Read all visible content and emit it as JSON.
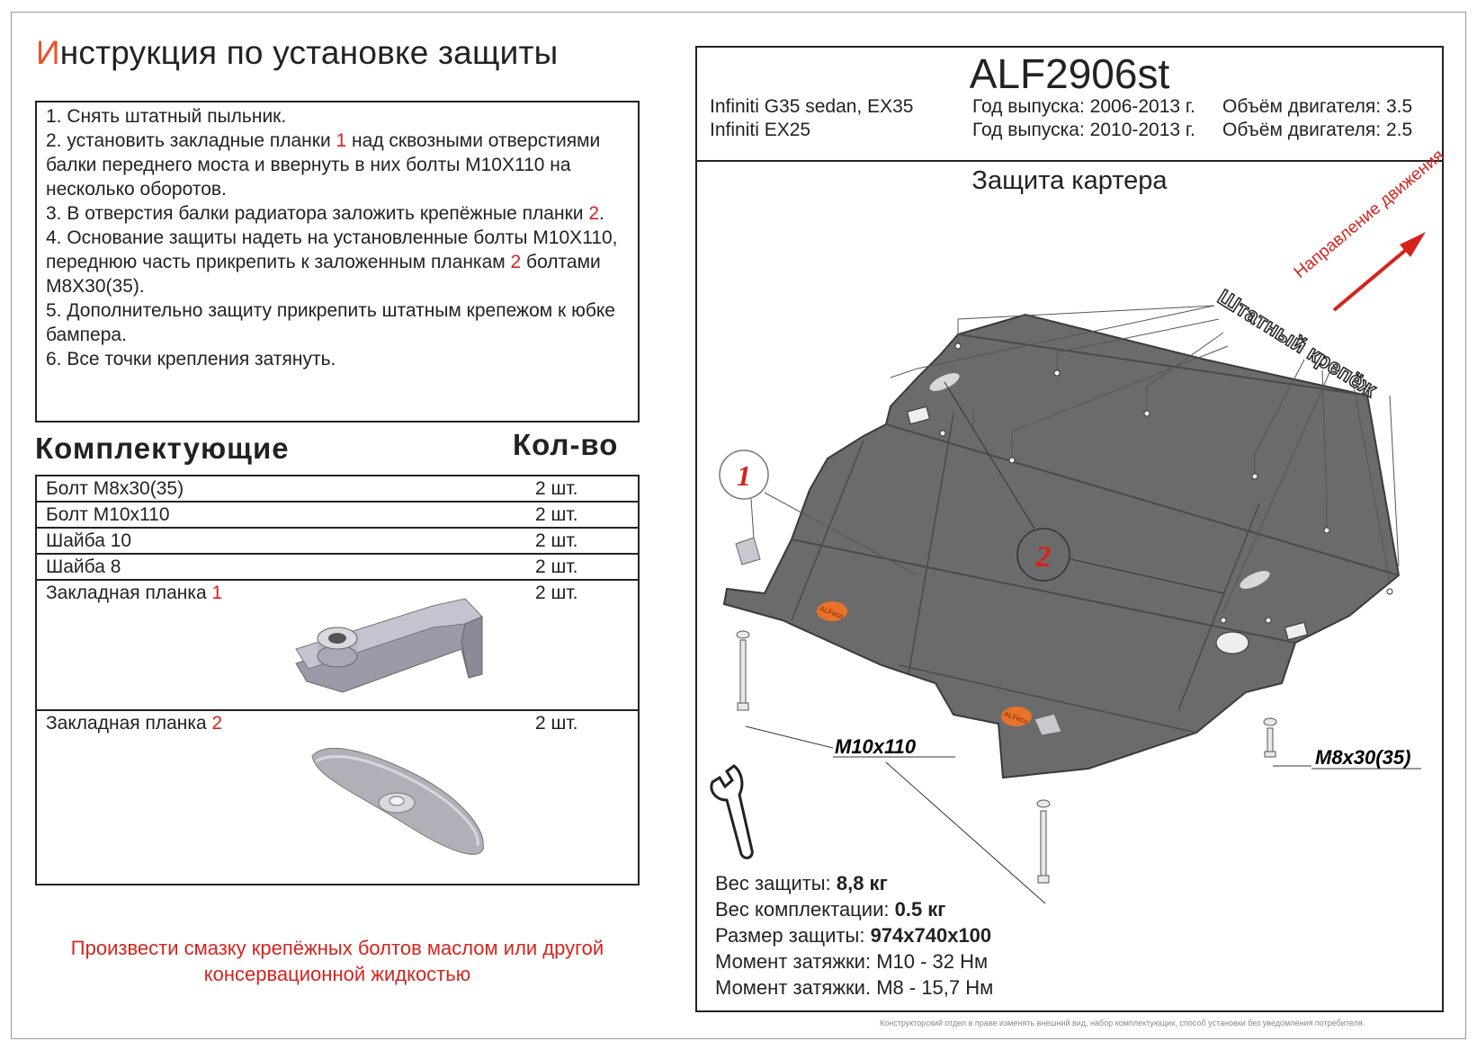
{
  "title": {
    "first_letter": "И",
    "rest": "нструкция по установке защиты"
  },
  "instructions": [
    {
      "text": "1. Снять штатный пыльник."
    },
    {
      "pre": "2. установить закладные планки ",
      "num": "1",
      "post": " над сквозными отверстиями балки переднего моста и ввернуть в них болты M10X110 на несколько оборотов."
    },
    {
      "pre": "3. В отверстия балки радиатора заложить крепёжные планки ",
      "num": "2",
      "post": "."
    },
    {
      "pre": "4. Основание защиты надеть на установленные болты M10X110, переднюю часть прикрепить к заложенным планкам ",
      "num": "2",
      "post": " болтами M8X30(35)."
    },
    {
      "text": "5. Дополнительно защиту прикрепить штатным крепежом к юбке бампера."
    },
    {
      "text": "6. Все точки крепления затянуть."
    }
  ],
  "components": {
    "heading": "Комплектующие",
    "qty_heading": "Кол-во",
    "rows": [
      {
        "name": "Болт М8х30(35)",
        "qty": "2 шт."
      },
      {
        "name": "Болт М10х110",
        "qty": "2 шт."
      },
      {
        "name": "Шайба 10",
        "qty": "2 шт."
      },
      {
        "name": "Шайба 8",
        "qty": "2 шт."
      },
      {
        "name": "Закладная планка ",
        "num": "1",
        "qty": "2 шт."
      },
      {
        "name": "Закладная планка ",
        "num": "2",
        "qty": "2 шт."
      }
    ]
  },
  "note": "Произвести смазку крепёжных болтов маслом или другой консервационной жидкостью",
  "product": {
    "code": "ALF2906st",
    "cars": [
      {
        "model": "Infiniti G35 sedan, EX35",
        "year": "Год выпуска: 2006-2013 г.",
        "engine": "Объём двигателя: 3.5"
      },
      {
        "model": "Infiniti  EX25",
        "year": "Год выпуска: 2010-2013 г.",
        "engine": "Объём двигателя: 2.5"
      }
    ],
    "subtitle": "Защита картера"
  },
  "drawing": {
    "direction": "Направление движения",
    "std_fastener": "Штатный крепёж",
    "bolt_m10": "M10x110",
    "bolt_m8": "M8x30(35)",
    "marker1": "1",
    "marker2": "2",
    "logo": "ALFeco",
    "plate_color": "#6b6b6b",
    "accent_red": "#d4241c"
  },
  "specs": [
    {
      "label": "Вес защиты: ",
      "value": "8,8 кг"
    },
    {
      "label": "Вес комплектации: ",
      "value": "0.5 кг"
    },
    {
      "label": "Размер защиты: ",
      "value": "974x740x100"
    },
    {
      "label": "Момент затяжки:  М10 - 32 Нм",
      "value": ""
    },
    {
      "label": "Момент затяжки.  М8 - 15,7 Нм",
      "value": ""
    }
  ],
  "footer": "Конструкторский отдел в праве изменять внешний вид, набор комплектующих, способ установки без уведомления потребителя."
}
